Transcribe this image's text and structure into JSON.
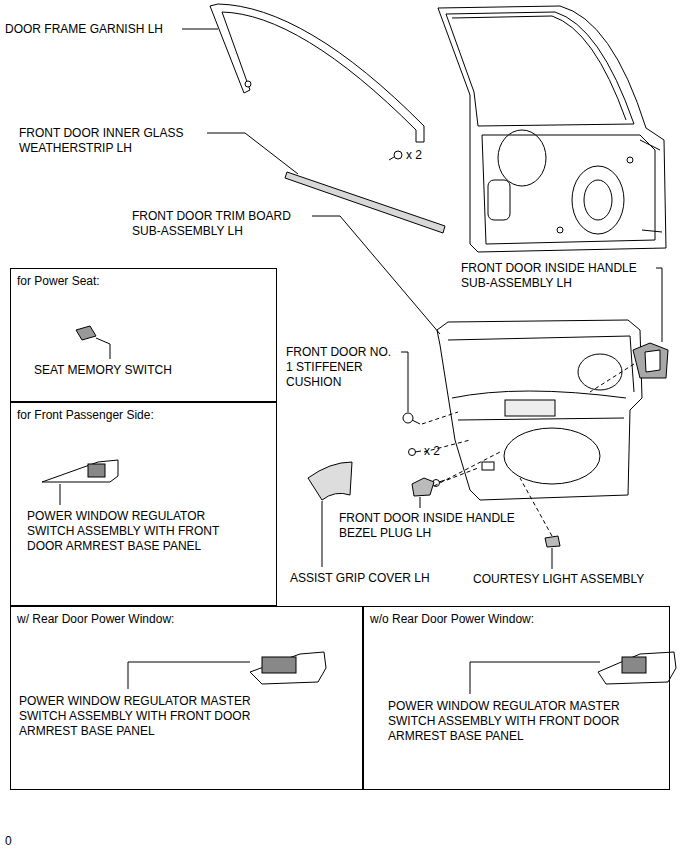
{
  "diagram": {
    "nodes": [
      {
        "text": [
          "for Power Seat:",
          "SEAT MEMORY SWITCH"
        ]
      },
      {
        "text": [
          "for Front Passenger Side:",
          "POWER WINDOW REGULATOR SWITCH ASSEMBLY WITH FRONT DOOR ARMREST BASE PANEL"
        ]
      },
      {
        "text": [
          "w/ Rear Door Power Window:",
          "POWER WINDOW REGULATOR MASTER SWITCH ASSEMBLY WITH FRONT DOOR ARMREST BASE PANEL"
        ]
      },
      {
        "text": [
          "w/o Rear Door Power Window:",
          "POWER WINDOW REGULATOR MASTER SWITCH ASSEMBLY WITH FRONT DOOR ARMREST BASE PANEL"
        ]
      }
    ],
    "labels": [
      "DOOR FRAME GARNISH LH",
      "FRONT DOOR INNER GLASS WEATHERSTRIP LH",
      "x 2",
      "FRONT DOOR TRIM BOARD SUB-ASSEMBLY LH",
      "FRONT DOOR INSIDE HANDLE SUB-ASSEMBLY LH",
      "FRONT DOOR NO. 1 STIFFENER CUSHION",
      "x 2",
      "FRONT DOOR INSIDE HANDLE BEZEL PLUG LH",
      "ASSIST GRIP COVER LH",
      "COURTESY LIGHT ASSEMBLY",
      "0"
    ]
  }
}
